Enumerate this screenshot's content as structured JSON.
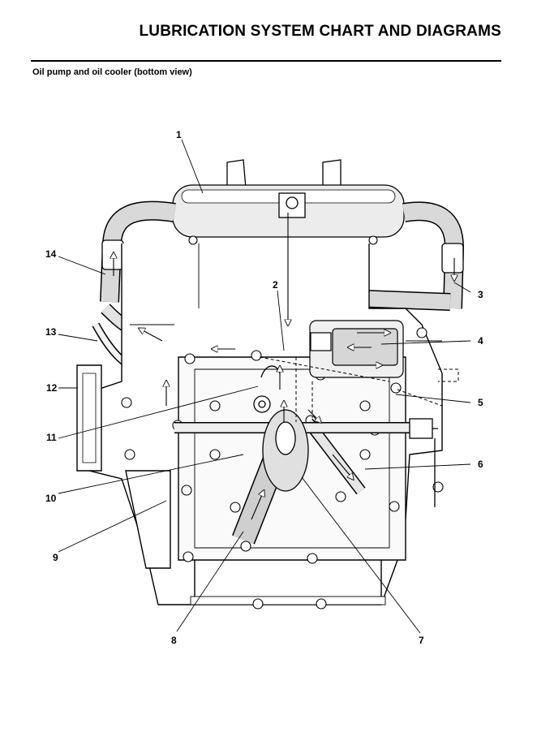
{
  "page": {
    "title": "LUBRICATION SYSTEM CHART AND DIAGRAMS",
    "subtitle": "Oil pump and oil cooler (bottom view)"
  },
  "diagram": {
    "callouts": [
      "1",
      "2",
      "3",
      "4",
      "5",
      "6",
      "7",
      "8",
      "9",
      "10",
      "11",
      "12",
      "13",
      "14"
    ]
  }
}
